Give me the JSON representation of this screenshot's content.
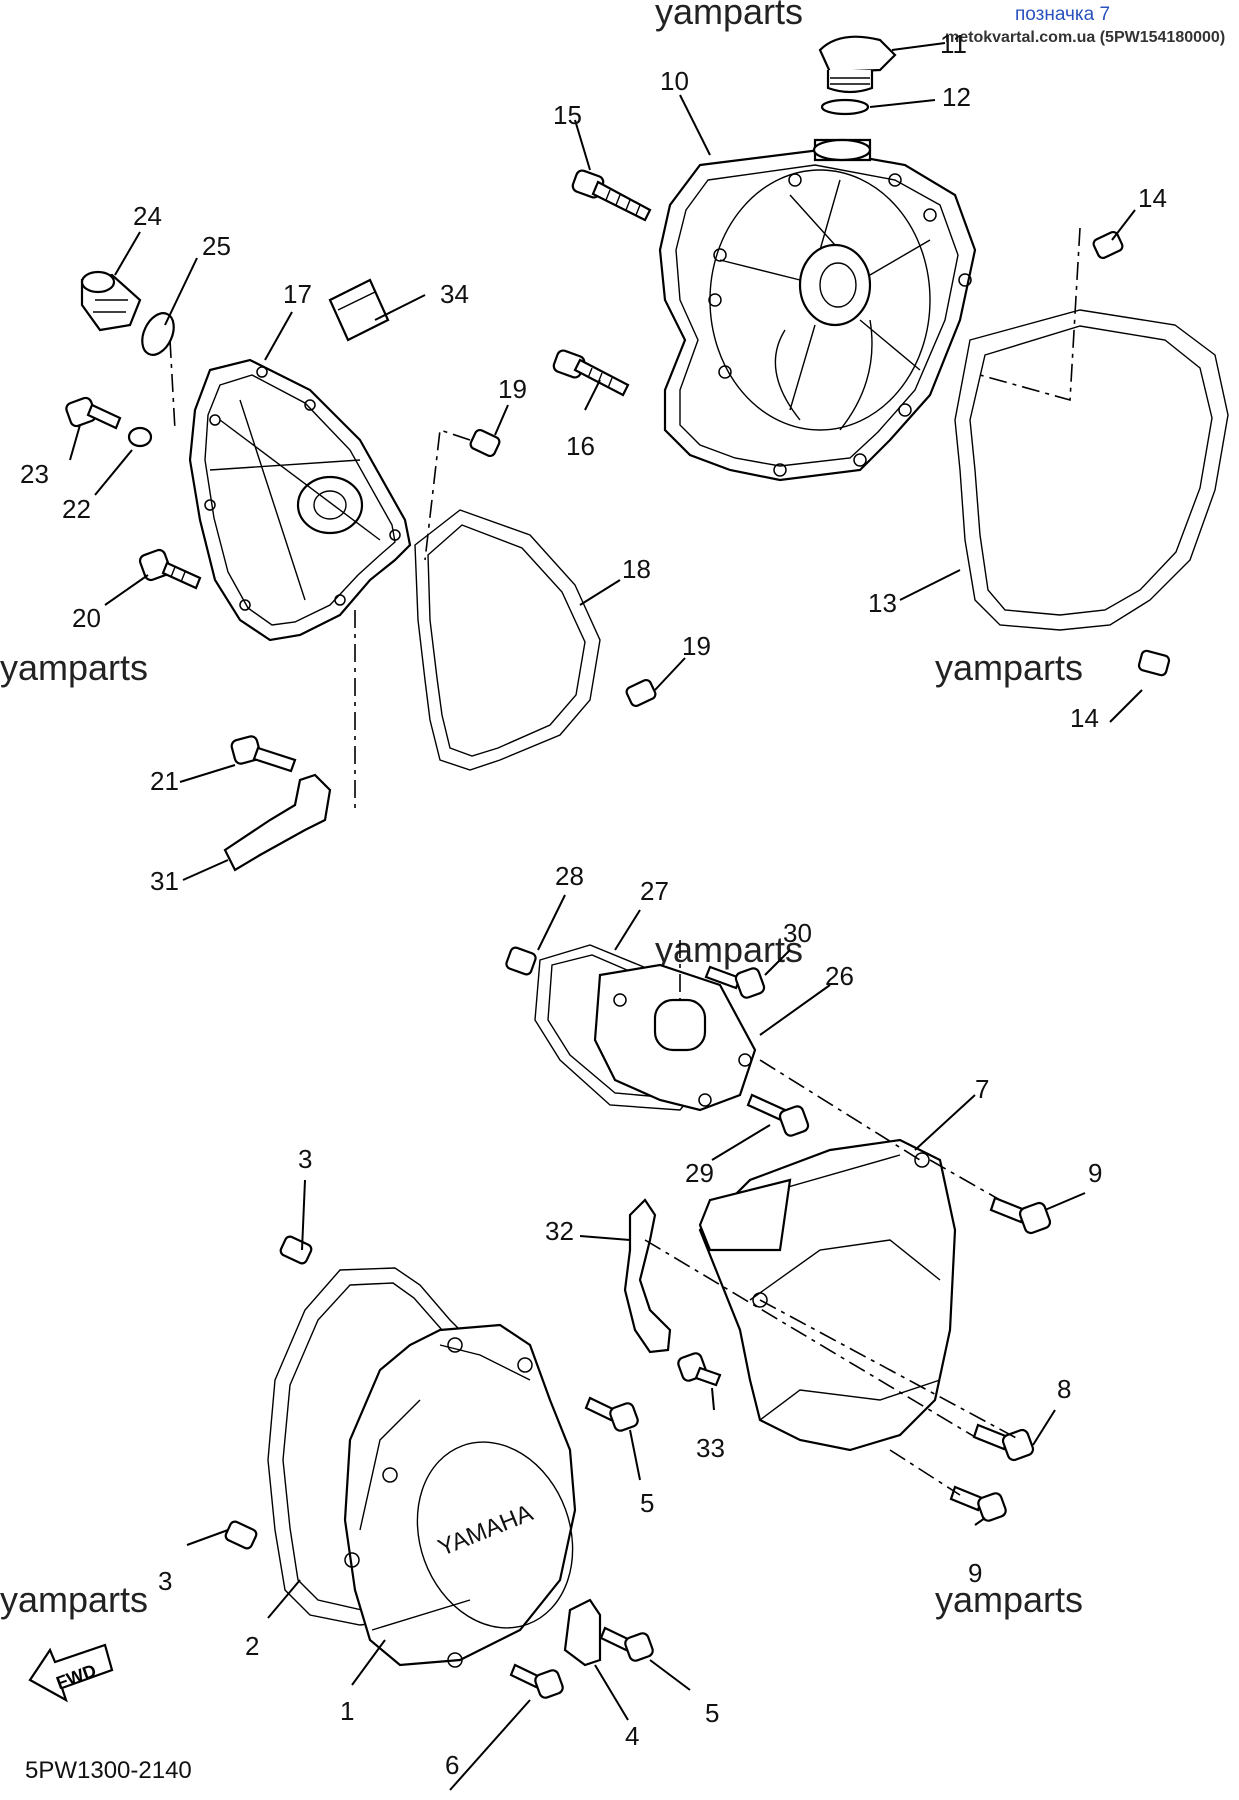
{
  "header": {
    "label": "позначка 7",
    "source": "metokvartal.com.ua (5PW154180000)"
  },
  "watermark": "yamparts",
  "diagram_code": "5PW1300-2140",
  "fwd_label": "FWD",
  "cover_brand": "YAMAHA",
  "callouts": {
    "c1": "1",
    "c2": "2",
    "c3a": "3",
    "c3b": "3",
    "c4": "4",
    "c5a": "5",
    "c5b": "5",
    "c6": "6",
    "c7": "7",
    "c8": "8",
    "c9a": "9",
    "c9b": "9",
    "c10": "10",
    "c11": "11",
    "c12": "12",
    "c13": "13",
    "c14a": "14",
    "c14b": "14",
    "c15": "15",
    "c16": "16",
    "c17": "17",
    "c18": "18",
    "c19a": "19",
    "c19b": "19",
    "c20": "20",
    "c21": "21",
    "c22": "22",
    "c23": "23",
    "c24": "24",
    "c25": "25",
    "c26": "26",
    "c27": "27",
    "c28": "28",
    "c29": "29",
    "c30": "30",
    "c31": "31",
    "c32": "32",
    "c33": "33",
    "c34": "34"
  }
}
